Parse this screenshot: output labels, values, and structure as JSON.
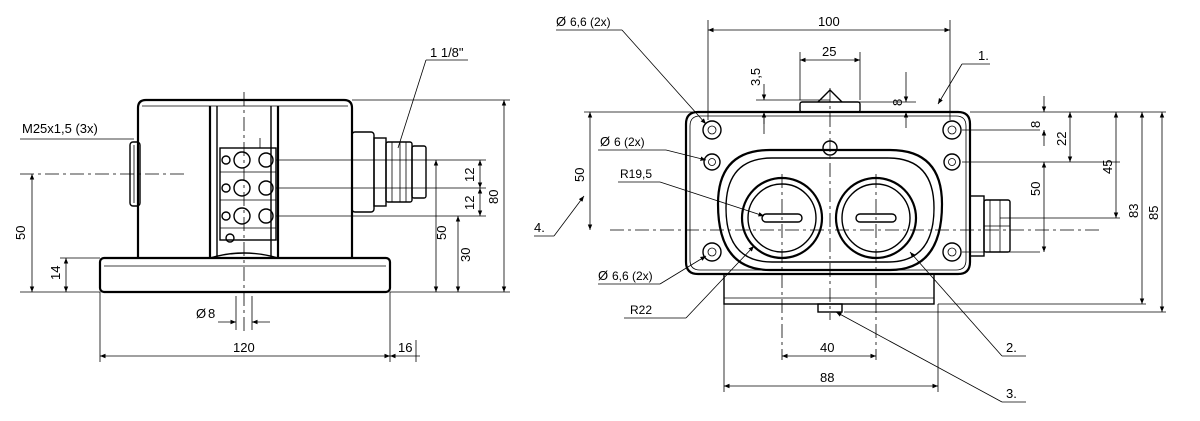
{
  "side_view": {
    "labels": {
      "thread": "M25x1,5 (3x)",
      "gland": "1 1/8\"",
      "d8": "8",
      "w120": "120",
      "w16": "16",
      "h50_left": "50",
      "h14": "14",
      "h12a": "12",
      "h12b": "12",
      "h50_right": "50",
      "h30": "30",
      "h80": "80"
    }
  },
  "front_view": {
    "labels": {
      "hole_top": "6,6 (2x)",
      "hole_mid": "6 (2x)",
      "radius_inner": "R19,5",
      "hole_bottom": "6,6 (2x)",
      "radius_outer": "R22",
      "w100": "100",
      "w25": "25",
      "h3_5": "3,5",
      "h8_top": "8",
      "h8_right": "8",
      "h22": "22",
      "h50_left": "50",
      "h50_right": "50",
      "h45": "45",
      "h83": "83",
      "h85": "85",
      "w40": "40",
      "w88": "88",
      "ref1": "1.",
      "ref2": "2.",
      "ref3": "3.",
      "ref4": "4."
    }
  },
  "symbols": {
    "diameter": "Ø"
  }
}
